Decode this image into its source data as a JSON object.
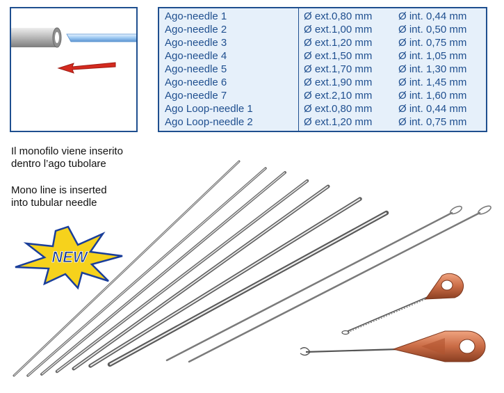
{
  "spec_table": {
    "rows": [
      {
        "name": "Ago-needle 1",
        "ext": "Ø ext.0,80 mm",
        "int": "Ø int. 0,44 mm"
      },
      {
        "name": "Ago-needle 2",
        "ext": "Ø ext.1,00 mm",
        "int": "Ø int. 0,50 mm"
      },
      {
        "name": "Ago-needle 3",
        "ext": "Ø ext.1,20 mm",
        "int": "Ø int. 0,75 mm"
      },
      {
        "name": "Ago-needle 4",
        "ext": "Ø ext.1,50 mm",
        "int": "Ø int. 1,05 mm"
      },
      {
        "name": "Ago-needle 5",
        "ext": "Ø ext.1,70 mm",
        "int": "Ø int. 1,30 mm"
      },
      {
        "name": "Ago-needle 6",
        "ext": "Ø ext.1,90 mm",
        "int": "Ø int. 1,45 mm"
      },
      {
        "name": "Ago-needle 7",
        "ext": "Ø ext.2,10 mm",
        "int": "Ø int. 1,60 mm"
      },
      {
        "name": "Ago Loop-needle 1",
        "ext": "Ø ext.0,80 mm",
        "int": "Ø int. 0,44 mm"
      },
      {
        "name": "Ago Loop-needle 2",
        "ext": "Ø ext.1,20 mm",
        "int": "Ø int. 0,75 mm"
      }
    ]
  },
  "captions": {
    "italian_line1": "Il monofilo viene inserito",
    "italian_line2": "dentro l’ago tubolare",
    "english_line1": "Mono line is inserted",
    "english_line2": "into tubular needle"
  },
  "badge": {
    "label": "NEW"
  },
  "colors": {
    "border_blue": "#1f4f8f",
    "table_bg": "#e6f0fa",
    "arrow_red": "#d42a1f",
    "badge_yellow": "#f6d21c",
    "badge_text": "#1a3e9a",
    "handle_copper": "#c96b45"
  },
  "icons": [
    "needle-illustration",
    "new-starburst-badge",
    "loop-needle-handle"
  ]
}
